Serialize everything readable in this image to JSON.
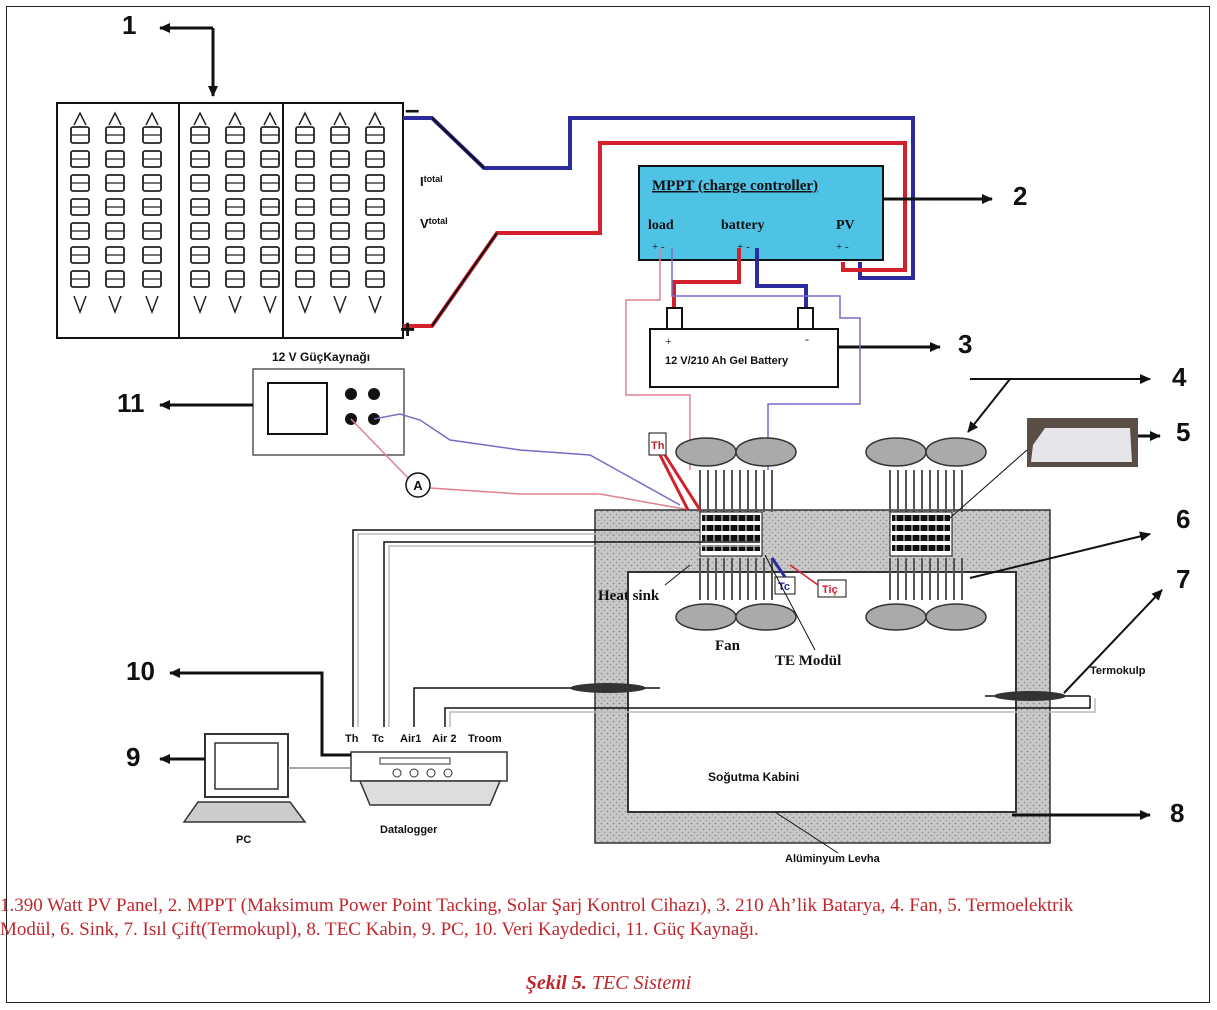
{
  "callouts": [
    "1",
    "2",
    "3",
    "4",
    "5",
    "6",
    "7",
    "8",
    "9",
    "10",
    "11"
  ],
  "panel": {
    "minus": "–",
    "plus": "+",
    "i_total": "I",
    "i_sub": "total",
    "v_total": "V",
    "v_sub": "total"
  },
  "mppt": {
    "title": "MPPT (charge controller)",
    "load": "load",
    "battery": "battery",
    "pv": "PV"
  },
  "battery": {
    "label": "12 V/210 Ah Gel Battery",
    "plus": "+",
    "minus": "-"
  },
  "power_supply": {
    "title": "12 V GüçKaynağı",
    "ammeter": "A"
  },
  "sensors": {
    "th": "Th",
    "tc": "Tc",
    "tic": "Tiç"
  },
  "labels": {
    "heat_sink": "Heat sink",
    "fan": "Fan",
    "te_module": "TE Modül",
    "termokulp": "Termokulp",
    "sogutma_kabini": "Soğutma Kabini",
    "aluminyum": "Alüminyum Levha"
  },
  "datalogger": {
    "label": "Datalogger",
    "channels": [
      "Th",
      "Tc",
      "Air1",
      "Air 2",
      "Troom"
    ]
  },
  "pc": {
    "label": "PC"
  },
  "caption": {
    "line1": "1.390 Watt PV Panel, 2. MPPT (Maksimum Power Point Tacking, Solar Şarj Kontrol Cihazı), 3. 210 Ah’lik Batarya, 4. Fan, 5. Termoelektrik",
    "line2": "Modül, 6. Sink, 7. Isıl Çift(Termokupl), 8. TEC Kabin, 9. PC, 10. Veri Kaydedici, 11. Güç Kaynağı.",
    "fig_label": "Şekil 5.",
    "fig_title": " TEC Sistemi"
  },
  "colors": {
    "red_wire": "#d4202c",
    "blue_wire": "#2b2b9e",
    "mppt_fill": "#4fc3e6",
    "caption": "#c0272d"
  }
}
